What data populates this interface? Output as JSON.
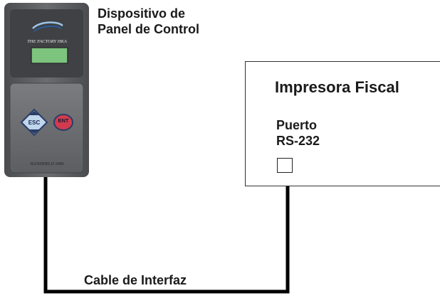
{
  "device": {
    "label_line1": "Dispositivo de",
    "label_line2": "Panel de Control",
    "logo_text": "THE FACTORY HKA",
    "esc_key": "ESC",
    "ent_key": "ENT",
    "model_text": "HANDHELD 1000",
    "body_color": "#5b5d60",
    "screen_color": "#7dc47e"
  },
  "printer": {
    "title": "Impresora Fiscal",
    "port_line1": "Puerto",
    "port_line2": "RS-232"
  },
  "cable": {
    "label": "Cable de Interfaz",
    "color": "#000000"
  }
}
